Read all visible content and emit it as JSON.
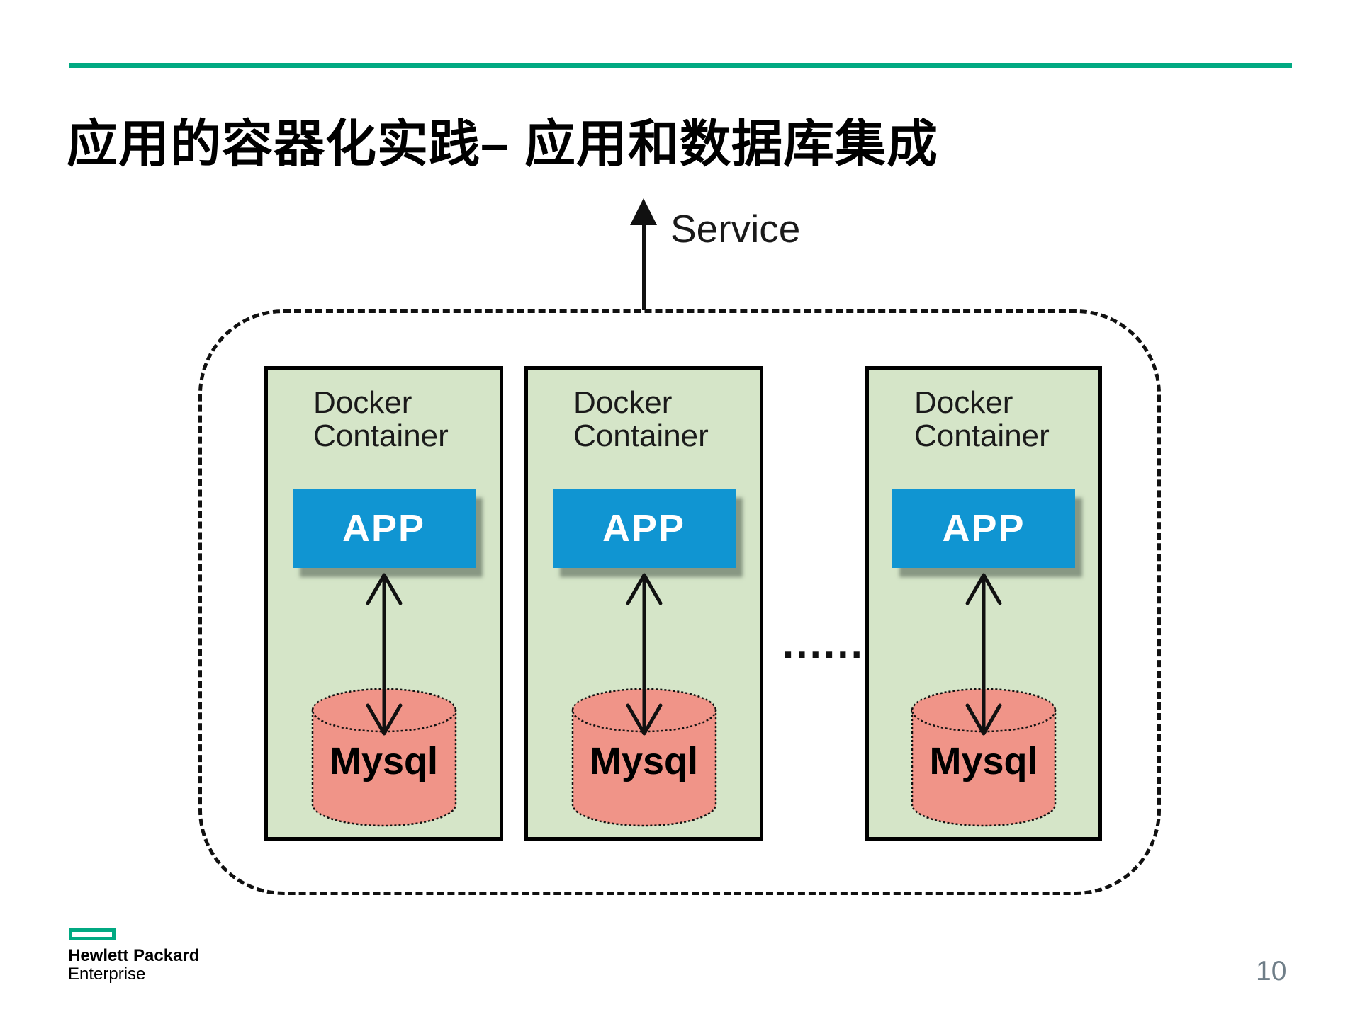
{
  "slide": {
    "title": "应用的容器化实践– 应用和数据库集成",
    "page_number": "10"
  },
  "diagram": {
    "service_label": "Service",
    "ellipsis": "······",
    "containers": [
      {
        "name_line1": "Docker",
        "name_line2": "Container",
        "app_label": "APP",
        "db_label": "Mysql"
      },
      {
        "name_line1": "Docker",
        "name_line2": "Container",
        "app_label": "APP",
        "db_label": "Mysql"
      },
      {
        "name_line1": "Docker",
        "name_line2": "Container",
        "app_label": "APP",
        "db_label": "Mysql"
      }
    ]
  },
  "footer": {
    "brand_line1": "Hewlett Packard",
    "brand_line2": "Enterprise"
  },
  "colors": {
    "hpe_green": "#01A982",
    "container_fill": "#D5E5C8",
    "app_fill": "#1095D2",
    "mysql_fill": "#F09488",
    "ink": "#111111",
    "page_number": "#6F7E88"
  }
}
